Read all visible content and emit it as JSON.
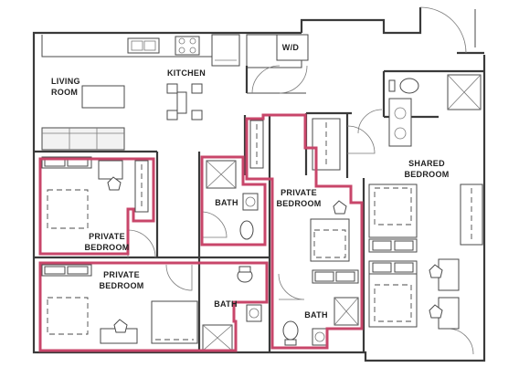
{
  "rooms": {
    "living": [
      "LIVING",
      "ROOM"
    ],
    "kitchen": "KITCHEN",
    "wd": "W/D",
    "shared": [
      "SHARED",
      "BEDROOM"
    ],
    "private1": [
      "PRIVATE",
      "BEDROOM"
    ],
    "private2": [
      "PRIVATE",
      "BEDROOM"
    ],
    "private3": [
      "PRIVATE",
      "BEDROOM"
    ],
    "bath1": "BATH",
    "bath2": "BATH",
    "bath3": "BATH"
  },
  "colors": {
    "highlight": "#c8466a",
    "walls": "#3a3a3a"
  }
}
